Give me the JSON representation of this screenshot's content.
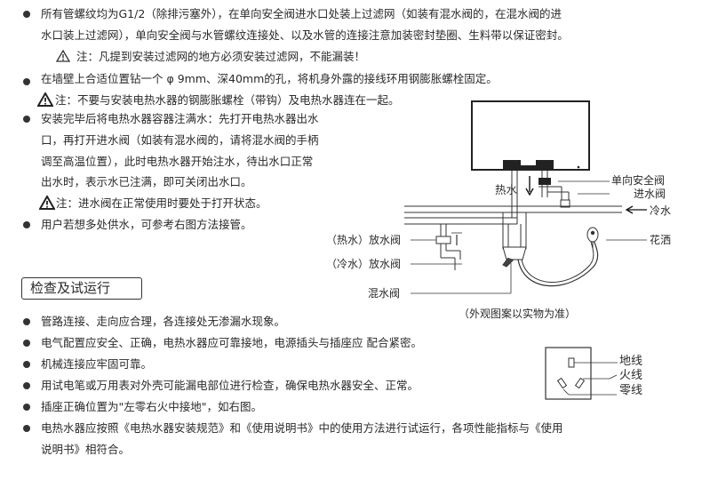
{
  "install": {
    "p1_line1": "所有管螺纹均为G1/2（除排污塞外），在单向安全阀进水口处装上过滤网（如装有混水阀的，在混水阀的进",
    "p1_line2": "水口装上过滤网），单向安全阀与水管螺纹连接处、以及水管的连接注意加装密封垫圈、生料带以保证密封。",
    "p1_note": "注：凡提到安装过滤网的地方必须安装过滤网，不能漏装！",
    "p2_line1": "在墙壁上合适位置钻一个 φ 9mm、深40mm的孔，将机身外露的接线环用钢膨胀螺栓固定。",
    "p2_note": "注：不要与安装电热水器的钢膨胀螺栓（带钩）及电热水器连在一起。",
    "p3_line1": "安装完毕后将电热水器容器注满水：先打开电热水器出水",
    "p3_line2": "口，再打开进水阀（如装有混水阀的，请将混水阀的手柄",
    "p3_line3": "调至高温位置），此时电热水器开始注水，待出水口正常",
    "p3_line4": "出水时，表示水已注满，即可关闭出水口。",
    "p3_note": "注：进水阀在正常使用时要处于打开状态。",
    "p4_line1": "用户若想多处供水，可参考右图方法接管。"
  },
  "diagram": {
    "hot_water": "热水",
    "safety_valve": "单向安全阀",
    "inlet_valve": "进水阀",
    "cold_water": "冷水",
    "hot_valve": "（热水）放水阀",
    "cold_valve": "（冷水）放水阀",
    "mixing_valve": "混水阀",
    "shower": "花洒",
    "caption": "（外观图案以实物为准）"
  },
  "check": {
    "title": "检查及试运行",
    "item1": "管路连接、走向应合理，各连接处无渗漏水现象。",
    "item2": "电气配置应安全、正确，电热水器应可靠接地，电源插头与插座应 配合紧密。",
    "item3": "机械连接应牢固可靠。",
    "item4": "用试电笔或万用表对外壳可能漏电部位进行检查，确保电热水器安全、正常。",
    "item5": "插座正确位置为\"左零右火中接地\"，如右图。",
    "item6_line1": "电热水器应按照《电热水器安装规范》和《使用说明书》中的使用方法进行试运行，各项性能指标与《使用",
    "item6_line2": "说明书》相符合。"
  },
  "socket": {
    "ground": "地线",
    "live": "火线",
    "neutral": "零线"
  }
}
